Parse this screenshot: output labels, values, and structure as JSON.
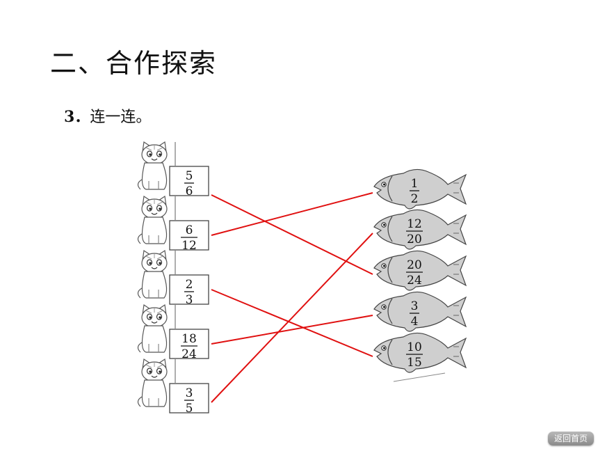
{
  "section_title": "二、合作探索",
  "question": {
    "number": "3．",
    "text": "连一连。"
  },
  "cat_cards": [
    {
      "num": "5",
      "den": "6"
    },
    {
      "num": "6",
      "den": "12"
    },
    {
      "num": "2",
      "den": "3"
    },
    {
      "num": "18",
      "den": "24"
    },
    {
      "num": "3",
      "den": "5"
    }
  ],
  "fish_cards": [
    {
      "num": "1",
      "den": "2"
    },
    {
      "num": "12",
      "den": "20"
    },
    {
      "num": "20",
      "den": "24"
    },
    {
      "num": "3",
      "den": "4"
    },
    {
      "num": "10",
      "den": "15"
    }
  ],
  "matches": [
    [
      0,
      2
    ],
    [
      1,
      0
    ],
    [
      2,
      4
    ],
    [
      3,
      3
    ],
    [
      4,
      1
    ]
  ],
  "line_color": "#e01010",
  "fish_color": "#cfcfcf",
  "home_button": "返回首页"
}
